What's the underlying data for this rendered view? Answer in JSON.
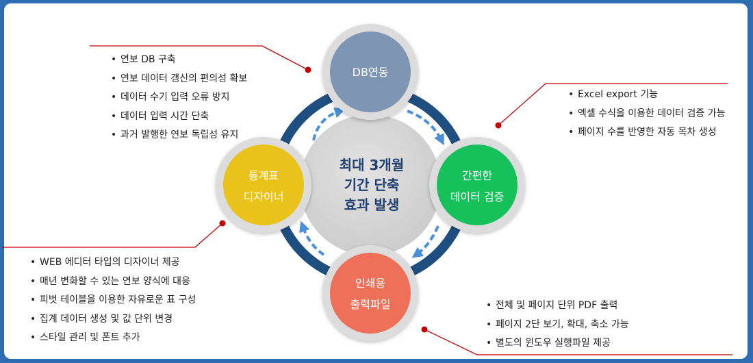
{
  "center": {
    "lines": [
      "최대 3개월",
      "기간 단축",
      "효과 발생"
    ]
  },
  "nodes": {
    "db": {
      "lines": [
        "DB연동"
      ],
      "color": "#7e95b3"
    },
    "verify": {
      "lines": [
        "간편한",
        "데이터 검증"
      ],
      "color": "#12c05a"
    },
    "print": {
      "lines": [
        "인쇄용",
        "출력파일"
      ],
      "color": "#ee7059"
    },
    "designer": {
      "lines": [
        "통계표",
        "디자이너"
      ],
      "color": "#eac21b"
    }
  },
  "colors": {
    "ring": "#1f4f80",
    "arrow": "#4a8fd8",
    "callout": "#c00000",
    "background": "#2f6db3"
  },
  "lists": {
    "db": [
      "연보 DB 구축",
      "연보 데이터 갱신의 편의성 확보",
      "데이터 수기 입력 오류 방지",
      "데이터 입력 시간 단축",
      "과거 발행한 연보 독립성 유지"
    ],
    "verify": [
      "Excel export 기능",
      "엑셀 수식을 이용한 데이터 검증 가능",
      "페이지 수를 반영한 자동 목차 생성"
    ],
    "designer": [
      "WEB 에디터 타입의 디자이너 제공",
      "매년 변화할 수 있는 연보 양식에 대응",
      "피벗 테이블을 이용한 자유로운 표 구성",
      "집계 데이터 생성 및 값 단위 변경",
      "스타일 관리 및 폰트 추가"
    ],
    "print": [
      "전체 및 페이지 단위 PDF 출력",
      "페이지 2단 보기, 확대, 축소 가능",
      "별도의 윈도우 실행파일 제공"
    ]
  }
}
